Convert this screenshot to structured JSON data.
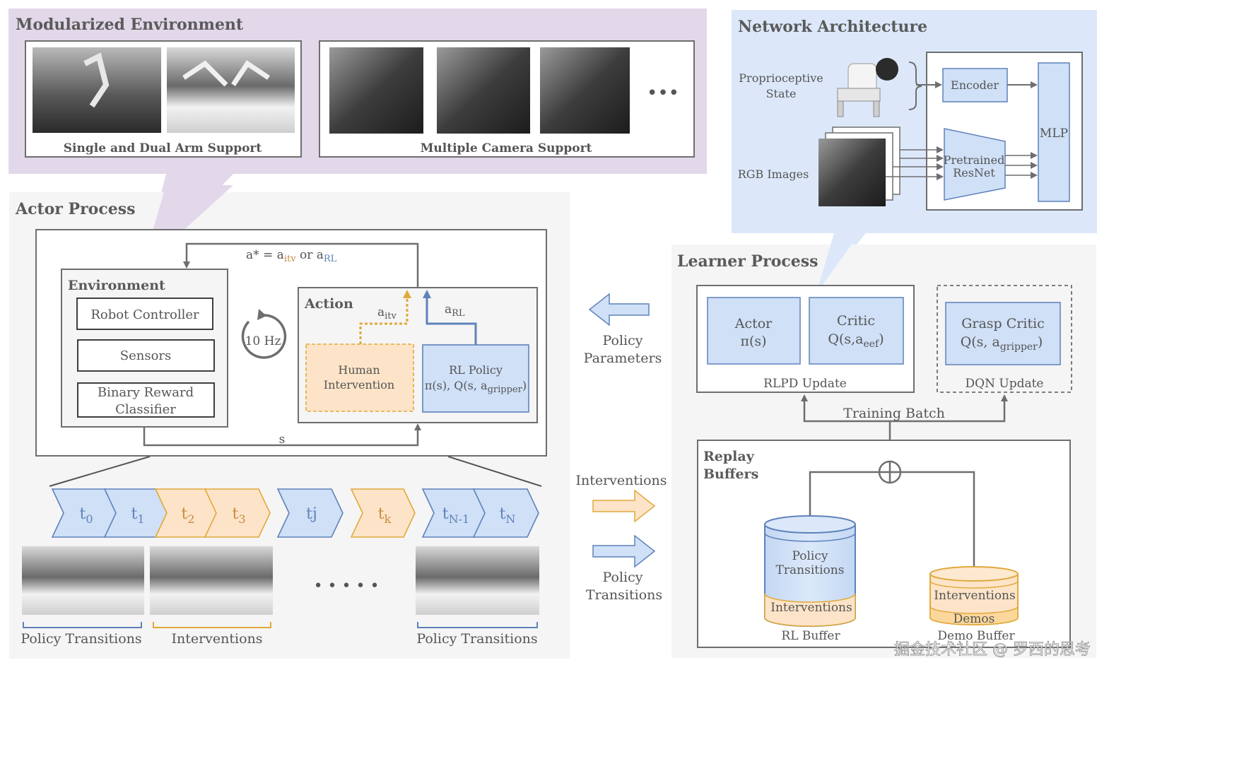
{
  "modular_env": {
    "title": "Modularized Environment",
    "single_dual_caption": "Single and Dual Arm Support",
    "multi_camera_caption": "Multiple Camera Support",
    "ellipsis": "•••"
  },
  "network": {
    "title": "Network Architecture",
    "proprio_line1": "Proprioceptive",
    "proprio_line2": "State",
    "rgb_images": "RGB Images",
    "encoder": "Encoder",
    "resnet_line1": "Pretrained",
    "resnet_line2": "ResNet",
    "mlp": "MLP"
  },
  "actor": {
    "title": "Actor Process",
    "action_select": "a* = a",
    "action_select_itv_sub": "itv",
    "action_select_or": " or a",
    "action_select_rl_sub": "RL",
    "environment_title": "Environment",
    "robot_controller": "Robot Controller",
    "sensors": "Sensors",
    "reward_line1": "Binary Reward",
    "reward_line2": "Classifier",
    "freq": "10 Hz",
    "action_title": "Action",
    "a_itv": "a",
    "a_itv_sub": "itv",
    "a_rl": "a",
    "a_rl_sub": "RL",
    "human_line1": "Human",
    "human_line2": "Intervention",
    "rl_policy_line1": "RL Policy",
    "rl_policy_line2": "π(s), Q(s, a",
    "rl_policy_line2_sub": "gripper",
    "rl_policy_line2_end": ")",
    "state": "s"
  },
  "timeline": {
    "steps": [
      {
        "main": "t",
        "sub": "0",
        "kind": "policy"
      },
      {
        "main": "t",
        "sub": "1",
        "kind": "policy"
      },
      {
        "main": "t",
        "sub": "2",
        "kind": "intervention"
      },
      {
        "main": "t",
        "sub": "3",
        "kind": "intervention"
      },
      {
        "main": "tj",
        "sub": "",
        "kind": "policy"
      },
      {
        "main": "t",
        "sub": "k",
        "kind": "intervention"
      },
      {
        "main": "t",
        "sub": "N-1",
        "kind": "policy"
      },
      {
        "main": "t",
        "sub": "N",
        "kind": "policy"
      }
    ],
    "dots": "• • • • •",
    "caption_left": "Policy Transitions",
    "caption_mid": "Interventions",
    "caption_right": "Policy Transitions"
  },
  "middle": {
    "policy_params_line1": "Policy",
    "policy_params_line2": "Parameters",
    "interventions": "Interventions",
    "policy_trans_line1": "Policy",
    "policy_trans_line2": "Transitions"
  },
  "learner": {
    "title": "Learner Process",
    "actor_line1": "Actor",
    "actor_line2": "π(s)",
    "critic_line1": "Critic",
    "critic_line2": "Q(s,a",
    "critic_line2_sub": "eef",
    "critic_line2_end": ")",
    "rlpd_update": "RLPD Update",
    "grasp_line1": "Grasp Critic",
    "grasp_line2": "Q(s, a",
    "grasp_line2_sub": "gripper",
    "grasp_line2_end": ")",
    "dqn_update": "DQN Update",
    "training_batch": "Training Batch",
    "replay_line1": "Replay",
    "replay_line2": "Buffers",
    "rl_buffer_policy_line1": "Policy",
    "rl_buffer_policy_line2": "Transitions",
    "rl_buffer_interventions": "Interventions",
    "rl_buffer_label": "RL Buffer",
    "demo_interventions": "Interventions",
    "demo_demos": "Demos",
    "demo_buffer_label": "Demo Buffer"
  },
  "watermark": "掘金技术社区 @ 罗西的思考",
  "colors": {
    "purple_bg": "#e2d8ea",
    "blue_bg": "#dce8fa",
    "gray_bg": "#f5f5f5",
    "blue_fill": "#cfe0f7",
    "blue_stroke": "#5f82ba",
    "orange_fill": "#fde4c8",
    "orange_stroke": "#e0a93a",
    "orange_text": "#c98a3e",
    "gray_stroke": "#6e6e6e"
  }
}
